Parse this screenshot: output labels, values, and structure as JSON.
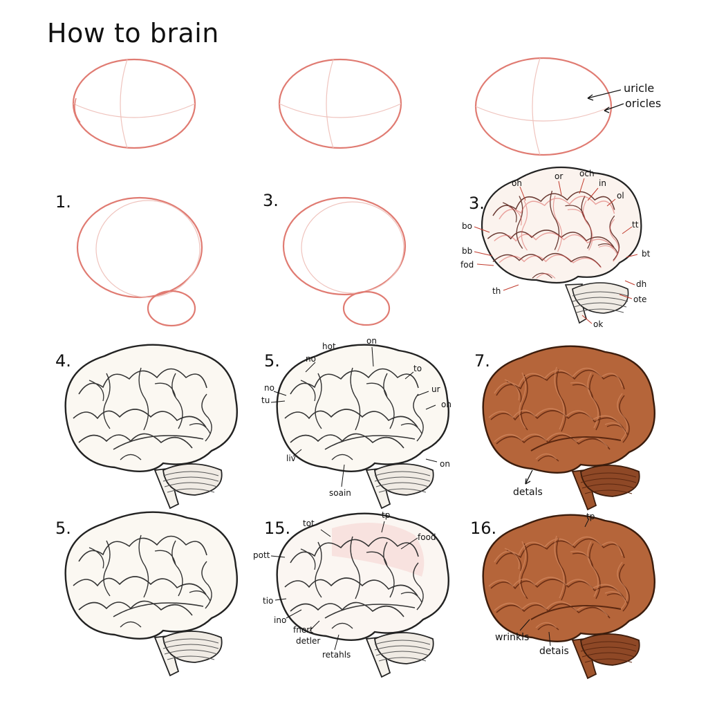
{
  "title": "How to brain",
  "step_numbers": [
    "1.",
    "3.",
    "3.",
    "4.",
    "5.",
    "7.",
    "5.",
    "15.",
    "16."
  ],
  "labels": {
    "p3": [
      "uricle",
      "oricles"
    ],
    "p6": [
      "oh",
      "or",
      "och",
      "in",
      "ol",
      "bo",
      "tt",
      "bb",
      "fod",
      "bt",
      "th",
      "dh",
      "ote",
      "ok"
    ],
    "p8": [
      "hot",
      "on",
      "no",
      "to",
      "no",
      "ur",
      "tu",
      "oh",
      "liv",
      "on",
      "soain"
    ],
    "p9": [
      "detals"
    ],
    "p11": [
      "tot",
      "tp",
      "food",
      "pott",
      "tio",
      "ino",
      "fnert",
      "detler",
      "retahls"
    ],
    "p12": [
      "tp",
      "wrinkls",
      "detais"
    ]
  },
  "colors": {
    "guide": "#e07b72",
    "guide_light": "#efc3bd",
    "outline": "#222222",
    "brain_light": "#fbf8f2",
    "brain_brown": "#b5653a",
    "brain_brown_dark": "#7e3f1f"
  }
}
